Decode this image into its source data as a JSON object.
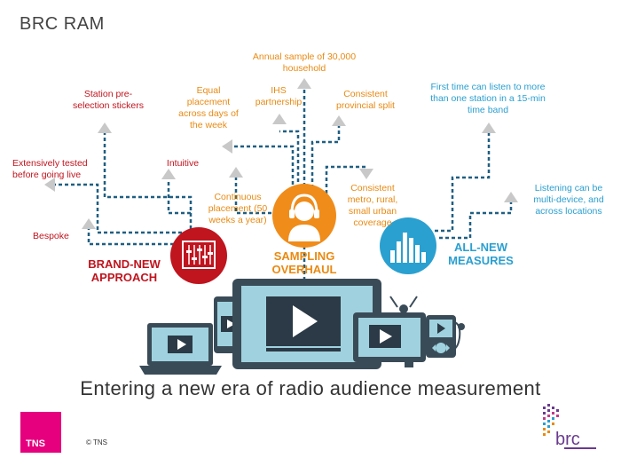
{
  "title": "BRC RAM",
  "tagline": "Entering a new era of radio audience measurement",
  "copyright": "© TNS",
  "logo_tns": "TNS",
  "logo_brc": "brc",
  "left_group": {
    "heading_line1": "BRAND-NEW",
    "heading_line2": "APPROACH",
    "labels": {
      "stickers": "Station pre-selection stickers",
      "tested": "Extensively tested before going live",
      "intuitive": "Intuitive",
      "bespoke": "Bespoke"
    }
  },
  "center_group": {
    "heading_line1": "SAMPLING",
    "heading_line2": "OVERHAUL",
    "labels": {
      "annual": "Annual sample of 30,000 household",
      "equal": "Equal placement across days of the week",
      "ihs": "IHS partnership",
      "provincial": "Consistent provincial split",
      "continuous": "Continuous placement (50 weeks a year)",
      "metro": "Consistent metro, rural, small urban coverage"
    }
  },
  "right_group": {
    "heading_line1": "ALL-NEW",
    "heading_line2": "MEASURES",
    "labels": {
      "first_time": "First time can listen to more than one station in a 15-min time band",
      "multi_device": "Listening can be multi-device, and across locations"
    }
  },
  "colors": {
    "red": "#c0141e",
    "orange": "#f08c1a",
    "blue": "#2aa0d0",
    "arrow_grey": "#c8c8c8",
    "dash_blue": "#1f5f82",
    "device_dark": "#3a4b58",
    "screen_teal": "#9fd2de",
    "tns_pink": "#e6007e"
  },
  "icons": [
    "mixer-icon",
    "headphones-person-icon",
    "equalizer-icon",
    "play-icon",
    "laptop-icon",
    "tablet-icon",
    "phone-icon",
    "tv-icon",
    "radio-icon"
  ]
}
